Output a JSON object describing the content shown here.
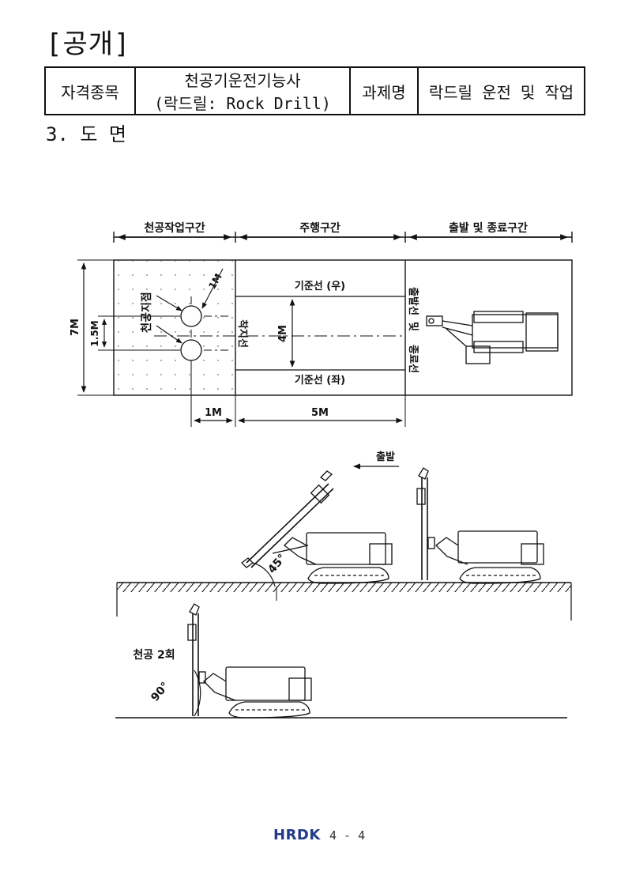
{
  "header": {
    "title": "[공개]"
  },
  "info_table": {
    "label_category": "자격종목",
    "category_line1": "천공기운전기능사",
    "category_line2": "(락드릴: Rock Drill)",
    "label_task": "과제명",
    "task_name": "락드릴 운전 및 작업"
  },
  "section_title": "3. 도 면",
  "plan": {
    "zone_work": "천공작업구간",
    "zone_travel": "주행구간",
    "zone_start_end": "출발 및 종료구간",
    "ref_line_right": "기준선 (우)",
    "ref_line_left": "기준선 (좌)",
    "drill_point": "천공지점",
    "start_line": "출발선",
    "and_word": "및",
    "end_line": "종료선",
    "landing_line": "착지선",
    "dim_7m": "7M",
    "dim_1_5m": "1.5M",
    "dim_4m": "4M",
    "dim_1m_diag": "1M",
    "dim_1m_bottom": "1M",
    "dim_5m": "5M"
  },
  "side_view": {
    "depart_label": "출발",
    "angle_45": "45°",
    "drill_twice_label": "천공 2회",
    "angle_90": "90°"
  },
  "footer": {
    "logo": "HRDK",
    "page": "4 - 4"
  }
}
